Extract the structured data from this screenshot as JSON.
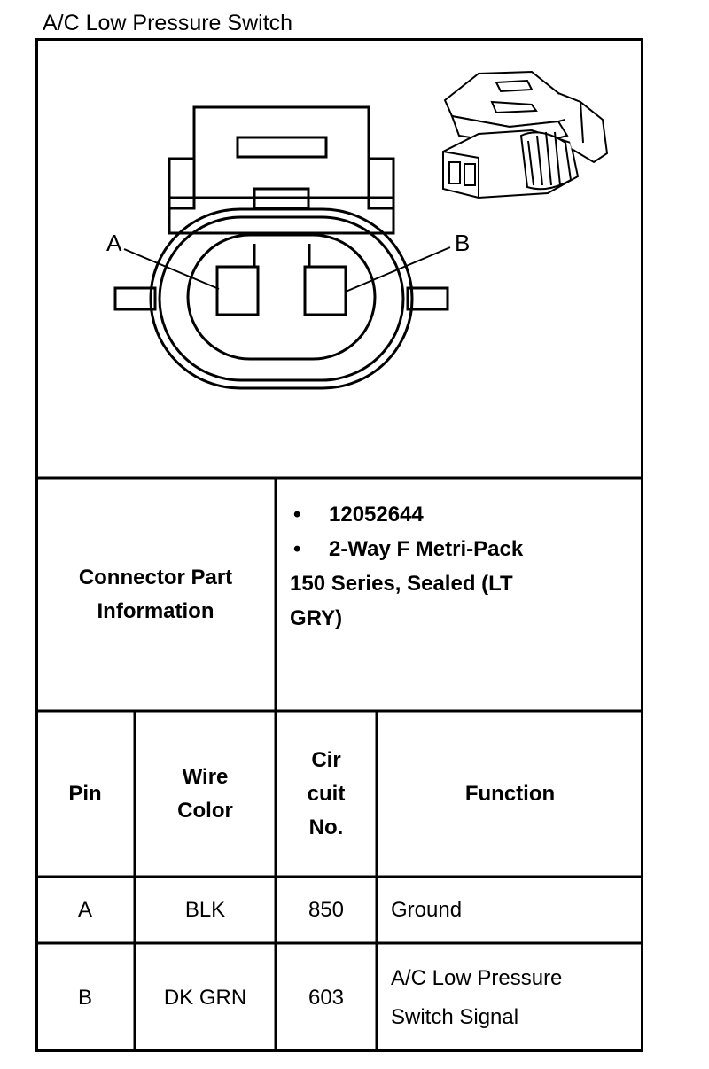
{
  "page": {
    "title": "A/C Low Pressure Switch"
  },
  "diagram": {
    "pin_a_label": "A",
    "pin_b_label": "B"
  },
  "connector_info": {
    "label_line1": "Connector Part",
    "label_line2": "Information",
    "part_number": "12052644",
    "desc_line1": "2-Way F Metri-Pack",
    "desc_line2": "150 Series, Sealed (LT",
    "desc_line3": "GRY)",
    "bullet": "•"
  },
  "table": {
    "headers": {
      "pin": "Pin",
      "wire_color_1": "Wire",
      "wire_color_2": "Color",
      "circuit_1": "Cir",
      "circuit_2": "cuit",
      "circuit_3": "No.",
      "function": "Function"
    },
    "rows": [
      {
        "pin": "A",
        "wire_color": "BLK",
        "circuit": "850",
        "function_1": "Ground",
        "function_2": ""
      },
      {
        "pin": "B",
        "wire_color": "DK GRN",
        "circuit": "603",
        "function_1": "A/C Low Pressure",
        "function_2": "Switch Signal"
      }
    ]
  }
}
